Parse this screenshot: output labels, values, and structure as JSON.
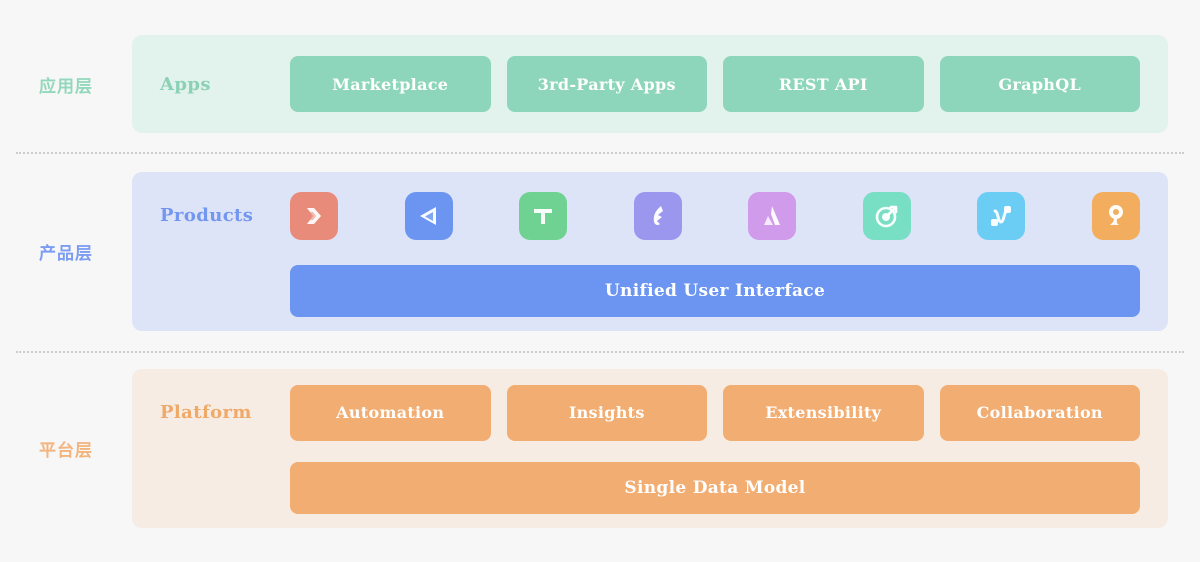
{
  "layers": [
    {
      "zh_label": "应用层",
      "en_label": "Apps",
      "accent": "#8ed6bb",
      "panel_bg": "#e2f2ec",
      "cards": [
        "Marketplace",
        "3rd-Party Apps",
        "REST API",
        "GraphQL"
      ]
    },
    {
      "zh_label": "产品层",
      "en_label": "Products",
      "accent": "#6b95f0",
      "panel_bg": "#dde4f8",
      "bar_label": "Unified User Interface",
      "icons": [
        {
          "name": "chevron-arrow-icon",
          "color": "#e98b7b"
        },
        {
          "name": "triangle-play-icon",
          "color": "#6b95f0"
        },
        {
          "name": "letter-t-icon",
          "color": "#6fd192"
        },
        {
          "name": "feather-flame-icon",
          "color": "#9b96ee"
        },
        {
          "name": "letter-a-peak-icon",
          "color": "#cf9bea"
        },
        {
          "name": "target-arrow-icon",
          "color": "#79dfc4"
        },
        {
          "name": "node-connector-icon",
          "color": "#6ccdf4"
        },
        {
          "name": "location-pin-icon",
          "color": "#f2ae5e"
        }
      ]
    },
    {
      "zh_label": "平台层",
      "en_label": "Platform",
      "accent": "#f2ad72",
      "panel_bg": "#f7ece3",
      "cards": [
        "Automation",
        "Insights",
        "Extensibility",
        "Collaboration"
      ],
      "bar_label": "Single Data Model"
    }
  ],
  "dividers": {
    "style": "dotted",
    "color": "#cccccc",
    "count": 2
  },
  "background": "#f7f7f7"
}
